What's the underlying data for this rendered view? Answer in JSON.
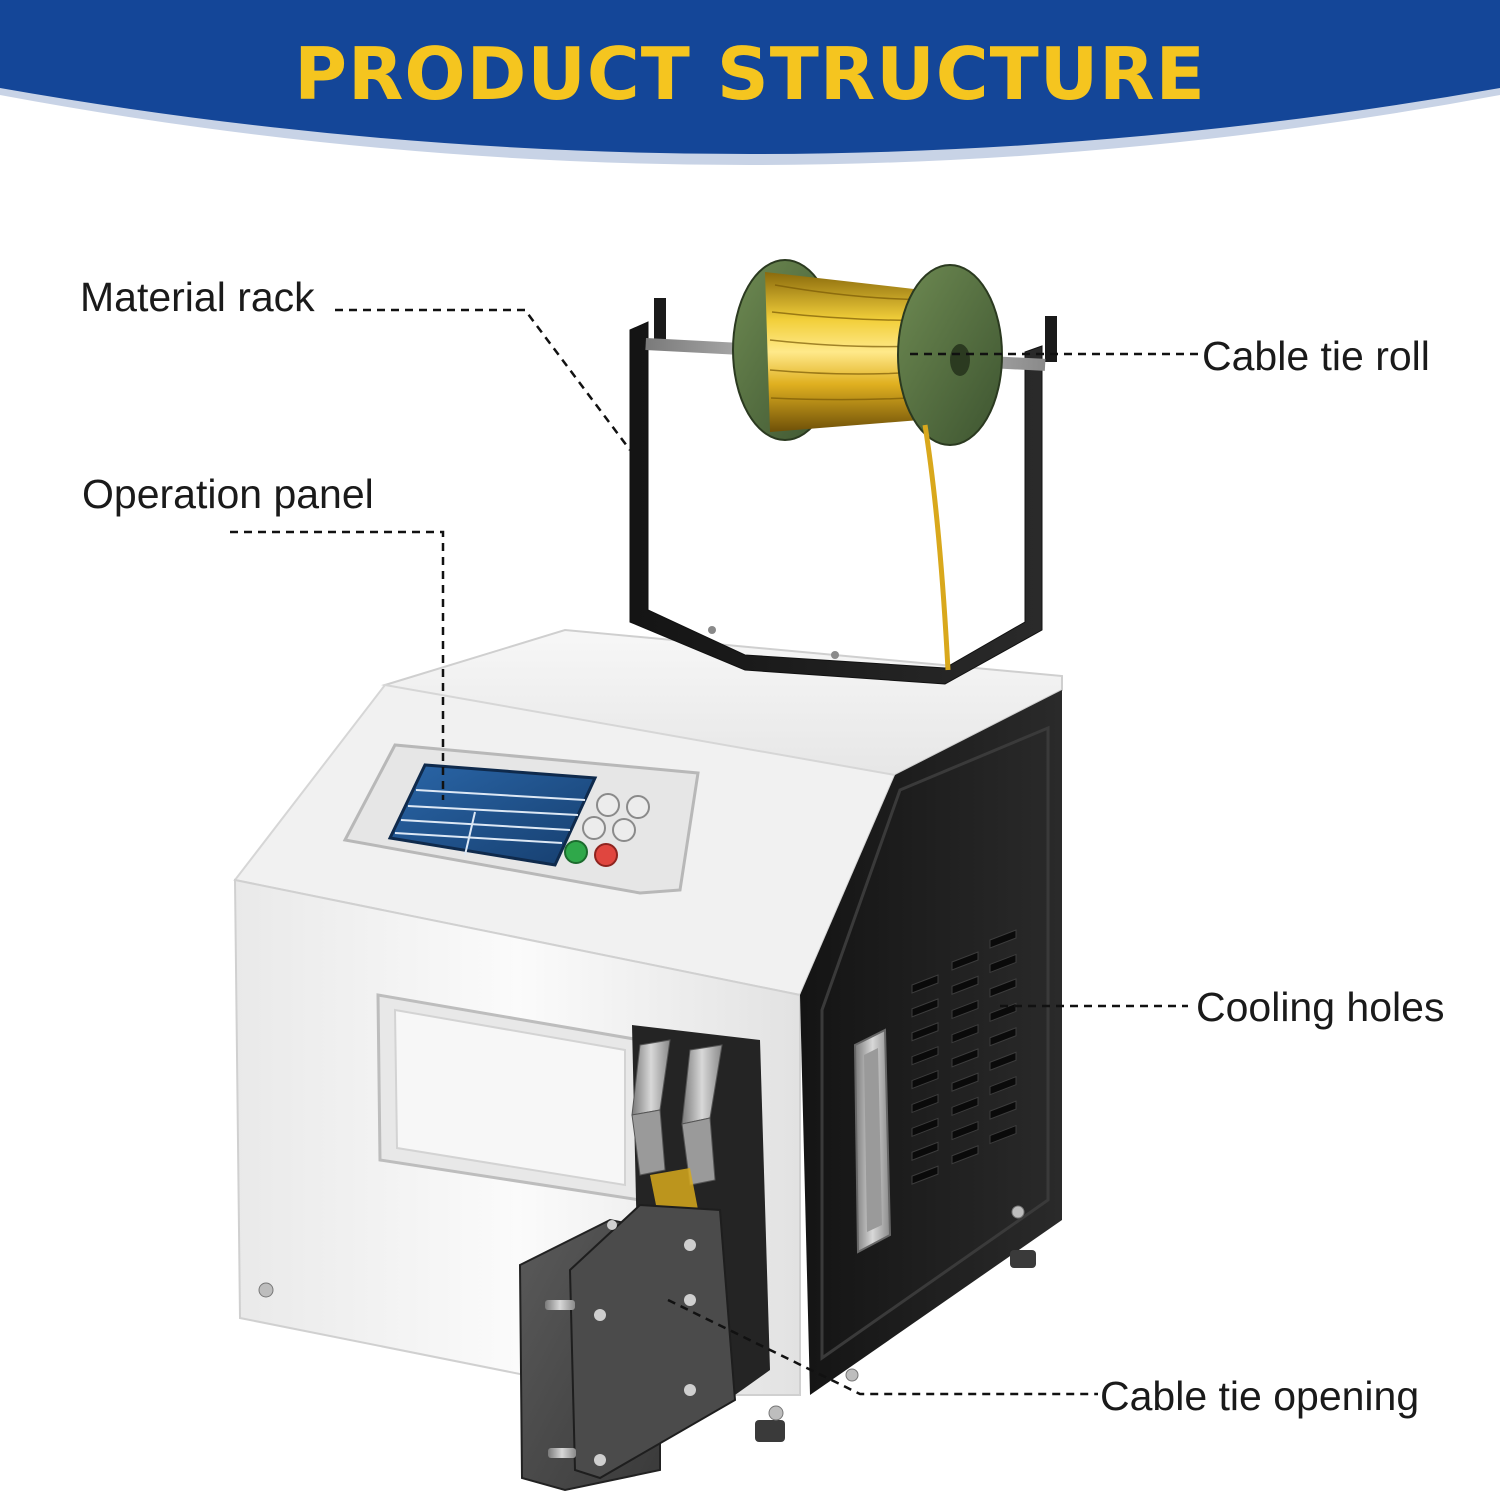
{
  "header": {
    "title": "PRODUCT STRUCTURE",
    "band_color": "#144698",
    "title_color": "#f5c51f"
  },
  "callouts": {
    "material_rack": "Material rack",
    "operation_panel": "Operation panel",
    "cable_tie_roll": "Cable tie roll",
    "cooling_holes": "Cooling holes",
    "cable_tie_opening": "Cable tie opening"
  },
  "machine": {
    "body_color": "#f4f4f4",
    "side_panel_color": "#1c1c1c",
    "rack_color": "#232323",
    "spool_flange_color": "#4f6b3a",
    "spool_wire_color": "#d9a81c",
    "start_button_color": "#2fa84a",
    "stop_button_color": "#e0463f",
    "screen_color": "#1f4f8a"
  }
}
